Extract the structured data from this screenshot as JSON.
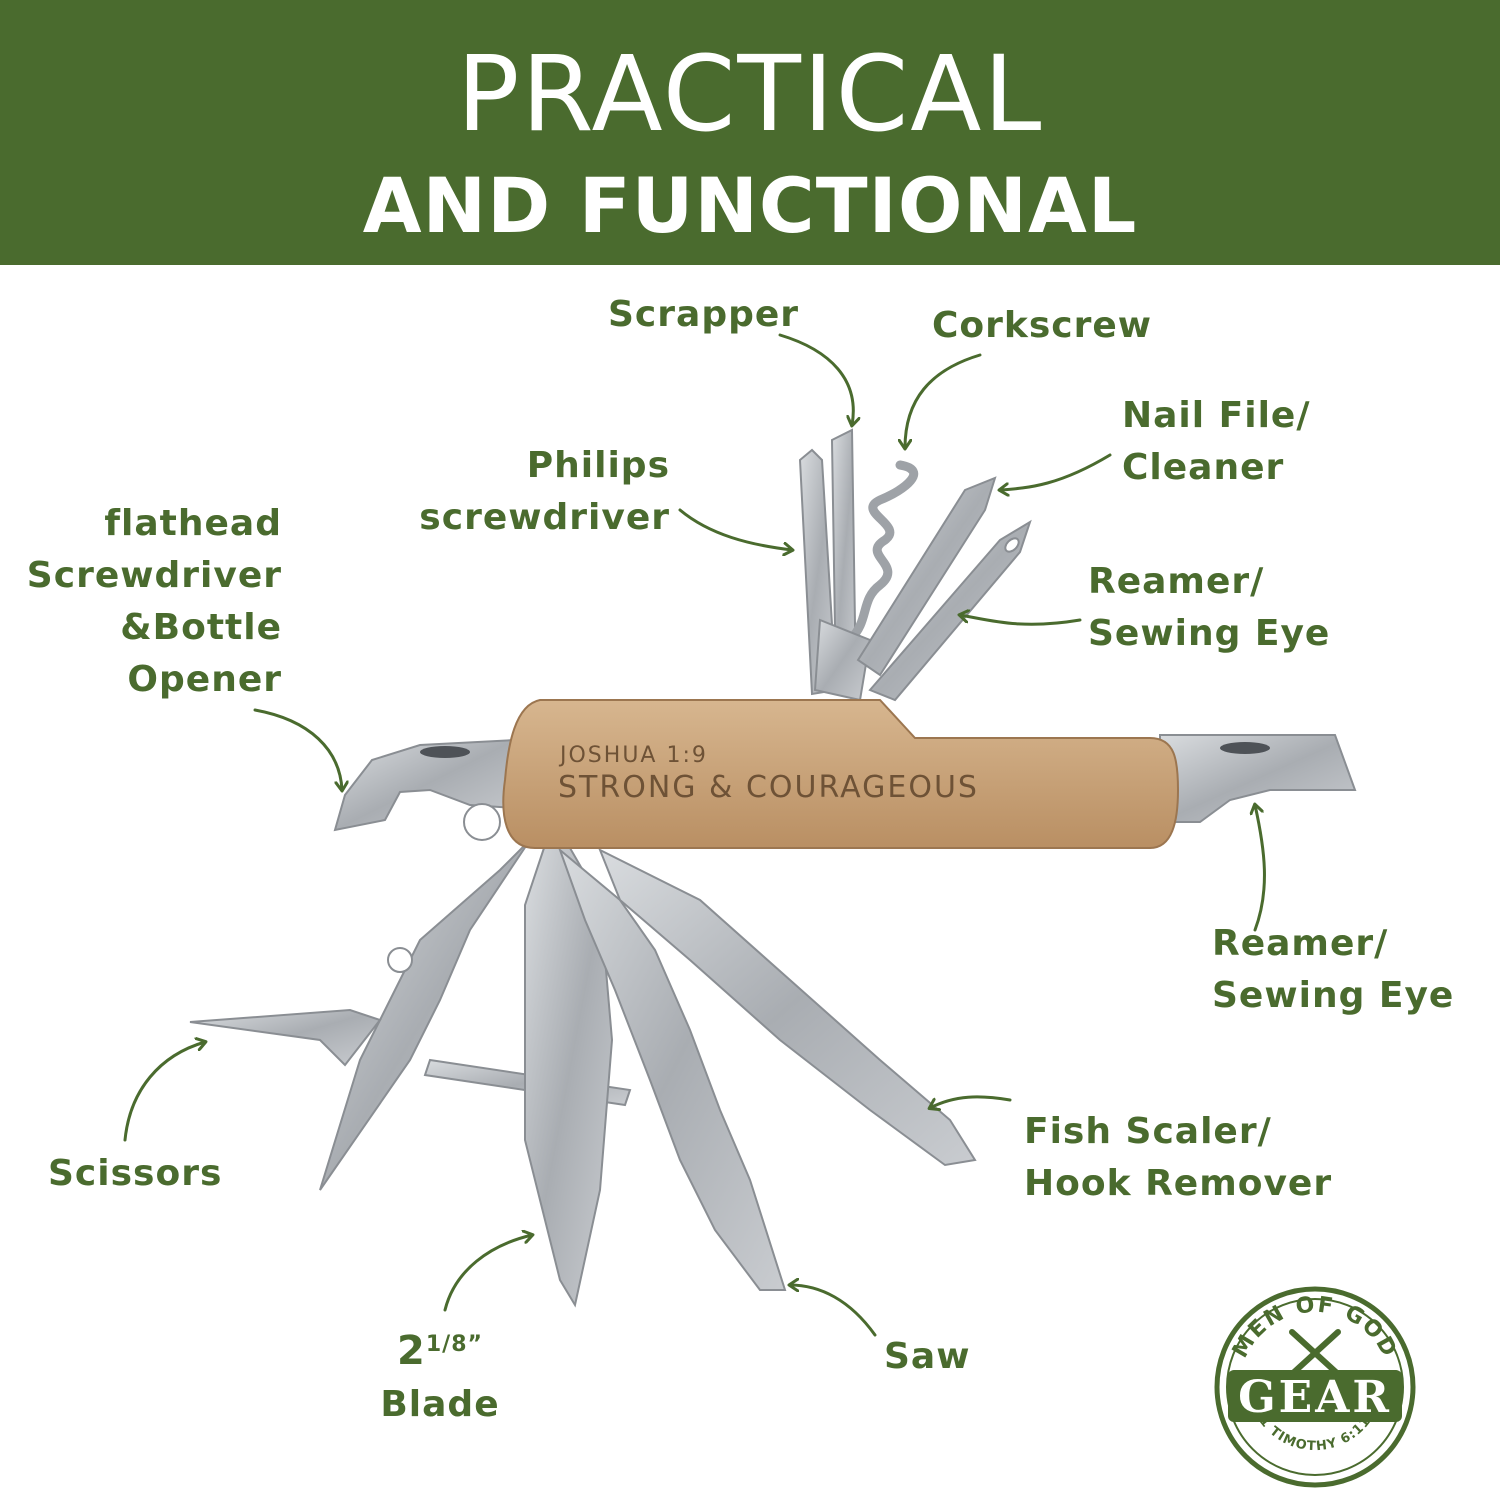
{
  "header": {
    "title_line1": "PRACTICAL",
    "title_line2": "AND FUNCTIONAL"
  },
  "engraving": {
    "line1": "JOSHUA 1:9",
    "line2": "STRONG & COURAGEOUS"
  },
  "labels": {
    "scrapper": "Scrapper",
    "corkscrew": "Corkscrew",
    "nail_file_1": "Nail File/",
    "nail_file_2": "Cleaner",
    "philips_1": "Philips",
    "philips_2": "screwdriver",
    "flathead_1": "flathead",
    "flathead_2": "Screwdriver",
    "flathead_3": "&Bottle",
    "flathead_4": "Opener",
    "reamer_top_1": "Reamer/",
    "reamer_top_2": "Sewing Eye",
    "reamer_right_1": "Reamer/",
    "reamer_right_2": "Sewing Eye",
    "scissors": "Scissors",
    "fish_1": "Fish Scaler/",
    "fish_2": "Hook Remover",
    "blade_num": "2",
    "blade_frac": "1/8”",
    "blade_word": "Blade",
    "saw": "Saw"
  },
  "logo": {
    "top_text": "MEN OF GOD",
    "main_text": "GEAR",
    "bottom_text": "1 TIMOTHY 6:11"
  },
  "colors": {
    "brand_green": "#4a6b2e",
    "wood": "#c9a57c",
    "steel": "#b9bcc0"
  }
}
